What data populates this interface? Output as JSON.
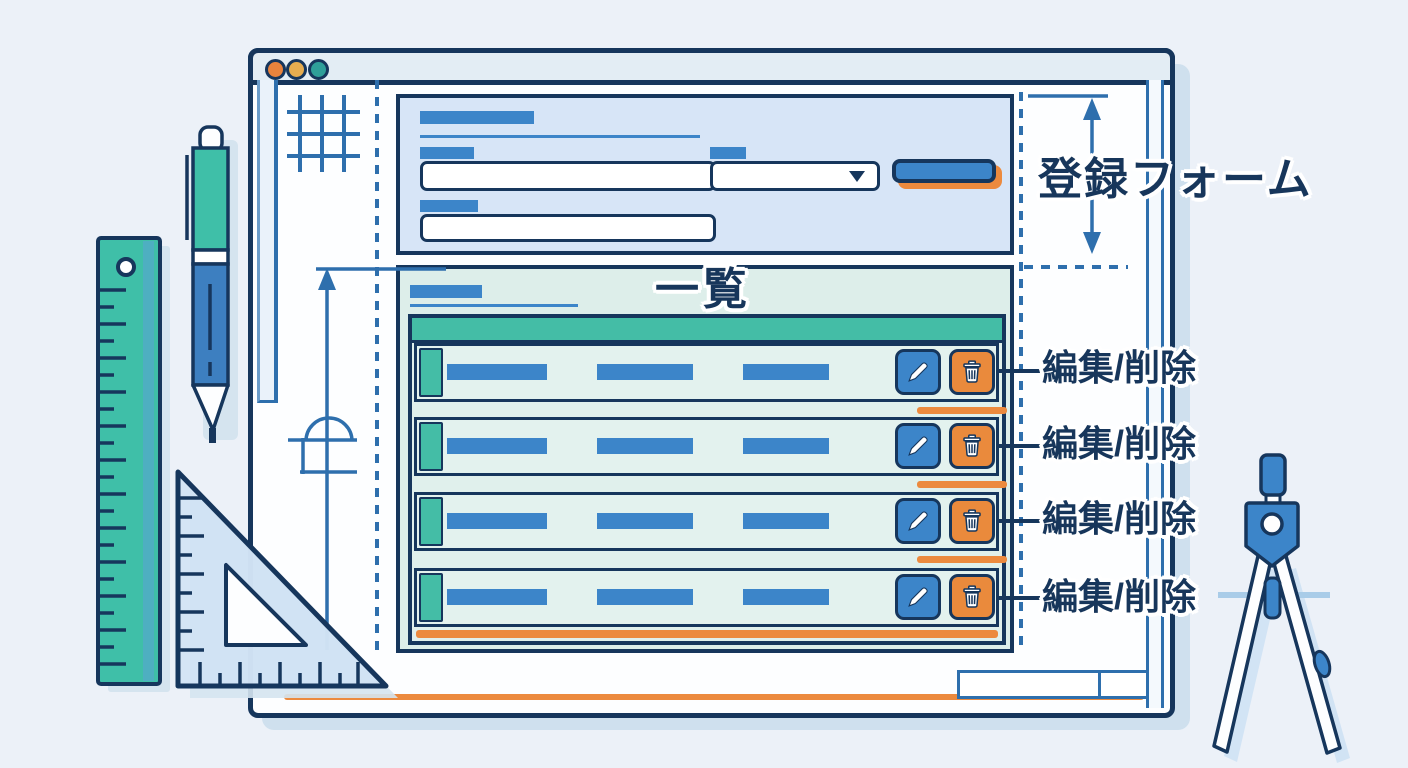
{
  "annotations": {
    "form_section_label": "登録フォーム",
    "list_section_label": "一覧",
    "row_action_labels": [
      "編集/削除",
      "編集/削除",
      "編集/削除",
      "編集/削除"
    ]
  },
  "window": {
    "titlebar_dots": [
      {
        "name": "dot-orange",
        "color": "#e8833c"
      },
      {
        "name": "dot-amber",
        "color": "#e6ad4f"
      },
      {
        "name": "dot-teal",
        "color": "#2f9f99"
      }
    ]
  },
  "form": {
    "fields": [
      {
        "type": "text-input",
        "value": "",
        "placeholder": ""
      },
      {
        "type": "select",
        "value": ""
      },
      {
        "type": "submit-button",
        "label": ""
      },
      {
        "type": "text-input",
        "value": "",
        "placeholder": ""
      }
    ]
  },
  "list": {
    "rows": [
      {
        "cells": [
          "",
          "",
          ""
        ],
        "actions": [
          "edit",
          "delete"
        ]
      },
      {
        "cells": [
          "",
          "",
          ""
        ],
        "actions": [
          "edit",
          "delete"
        ]
      },
      {
        "cells": [
          "",
          "",
          ""
        ],
        "actions": [
          "edit",
          "delete"
        ]
      },
      {
        "cells": [
          "",
          "",
          ""
        ],
        "actions": [
          "edit",
          "delete"
        ]
      }
    ]
  },
  "icons": [
    "pencil-icon",
    "trash-icon",
    "dropdown-caret-icon",
    "grid-icon",
    "ruler-illustration",
    "pen-illustration",
    "set-square-illustration",
    "compass-illustration"
  ],
  "colors": {
    "navy": "#16365c",
    "blue": "#3c85c9",
    "teal": "#44bda6",
    "orange": "#ec8a3e",
    "form_bg": "#d7e5f7",
    "list_bg": "#ddeeea",
    "page_bg": "#ecf1f8"
  }
}
